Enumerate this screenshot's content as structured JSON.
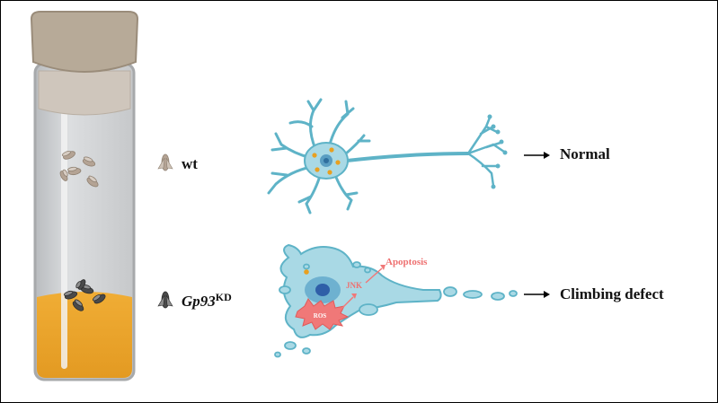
{
  "groups": [
    {
      "label": "wt",
      "outcome": "Normal"
    },
    {
      "label": "Gp93",
      "label_superscript": "KD",
      "outcome": "Climbing defect"
    }
  ],
  "neuron_annotations": {
    "apoptosis": "Apoptosis",
    "jnk": "JNK",
    "ros": "ROS"
  },
  "colors": {
    "neuron_fill": "#a9d9e5",
    "neuron_stroke": "#5eb3c7",
    "nucleus": "#3f7fb0",
    "granules": "#e8a020",
    "medium": "#e9a12a",
    "vial_cap": "#b7aa98",
    "stress_red": "#f07878"
  }
}
